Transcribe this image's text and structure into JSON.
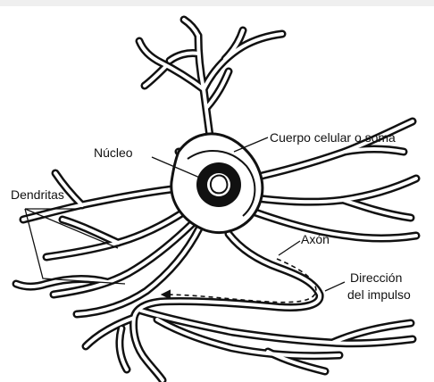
{
  "labels": {
    "nucleus": "Núcleo",
    "cell_body": "Cuerpo celular o soma",
    "dendrites": "Dendritas",
    "axon": "Axón",
    "impulse_line1": "Dirección",
    "impulse_line2": "del impulso"
  },
  "colors": {
    "ink": "#111111",
    "background": "#ffffff",
    "top_strip": "#efefef"
  }
}
